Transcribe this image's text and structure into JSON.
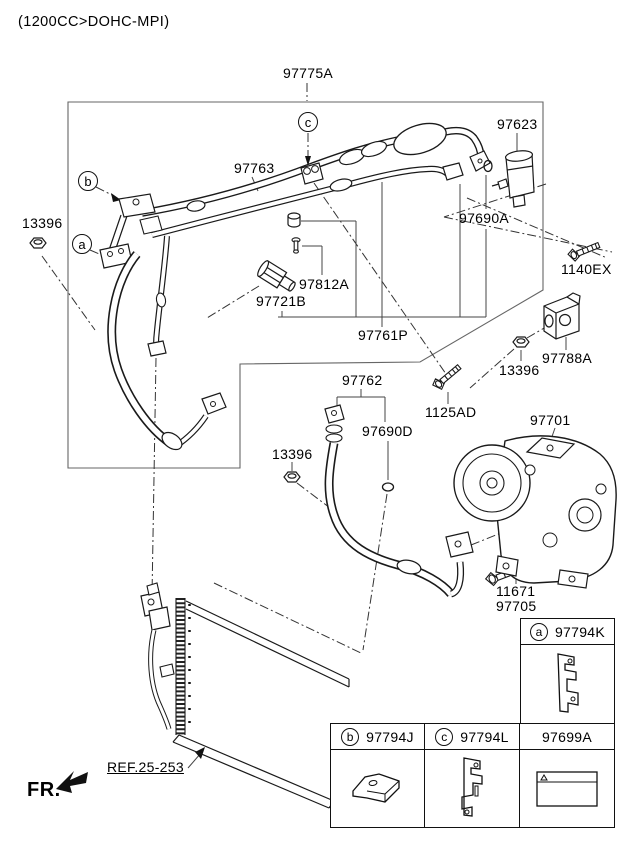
{
  "title": "(1200CC>DOHC-MPI)",
  "front_marker": "FR.",
  "reference_link": "REF.25-253",
  "callouts": {
    "a": "a",
    "b": "b",
    "c": "c"
  },
  "labels": {
    "nut_13396_top_left": "13396",
    "tube_assembly_97775a": "97775A",
    "suction_tube_97763": "97763",
    "receiver_drier_97623": "97623",
    "oring_97690a": "97690A",
    "bolt_1140ex": "1140EX",
    "valve_cap_97812a": "97812A",
    "charge_valve_97721b": "97721B",
    "liquid_tube_97761p": "97761P",
    "bracket_97788a": "97788A",
    "nut_13396_right": "13396",
    "bolt_1125ad": "1125AD",
    "discharge_hose_97762": "97762",
    "oring_97690d": "97690D",
    "nut_13396_lower": "13396",
    "compressor_97701": "97701",
    "bolt_11671": "11671",
    "bolt_97705": "97705"
  },
  "legend": [
    {
      "letter": "a",
      "part_number": "97794K"
    },
    {
      "letter": "b",
      "part_number": "97794J"
    },
    {
      "letter": "c",
      "part_number": "97794L"
    },
    {
      "letter": "",
      "part_number": "97699A"
    }
  ],
  "colors": {
    "line": "#1a1a1a",
    "box_line": "#666666",
    "background": "#ffffff"
  }
}
